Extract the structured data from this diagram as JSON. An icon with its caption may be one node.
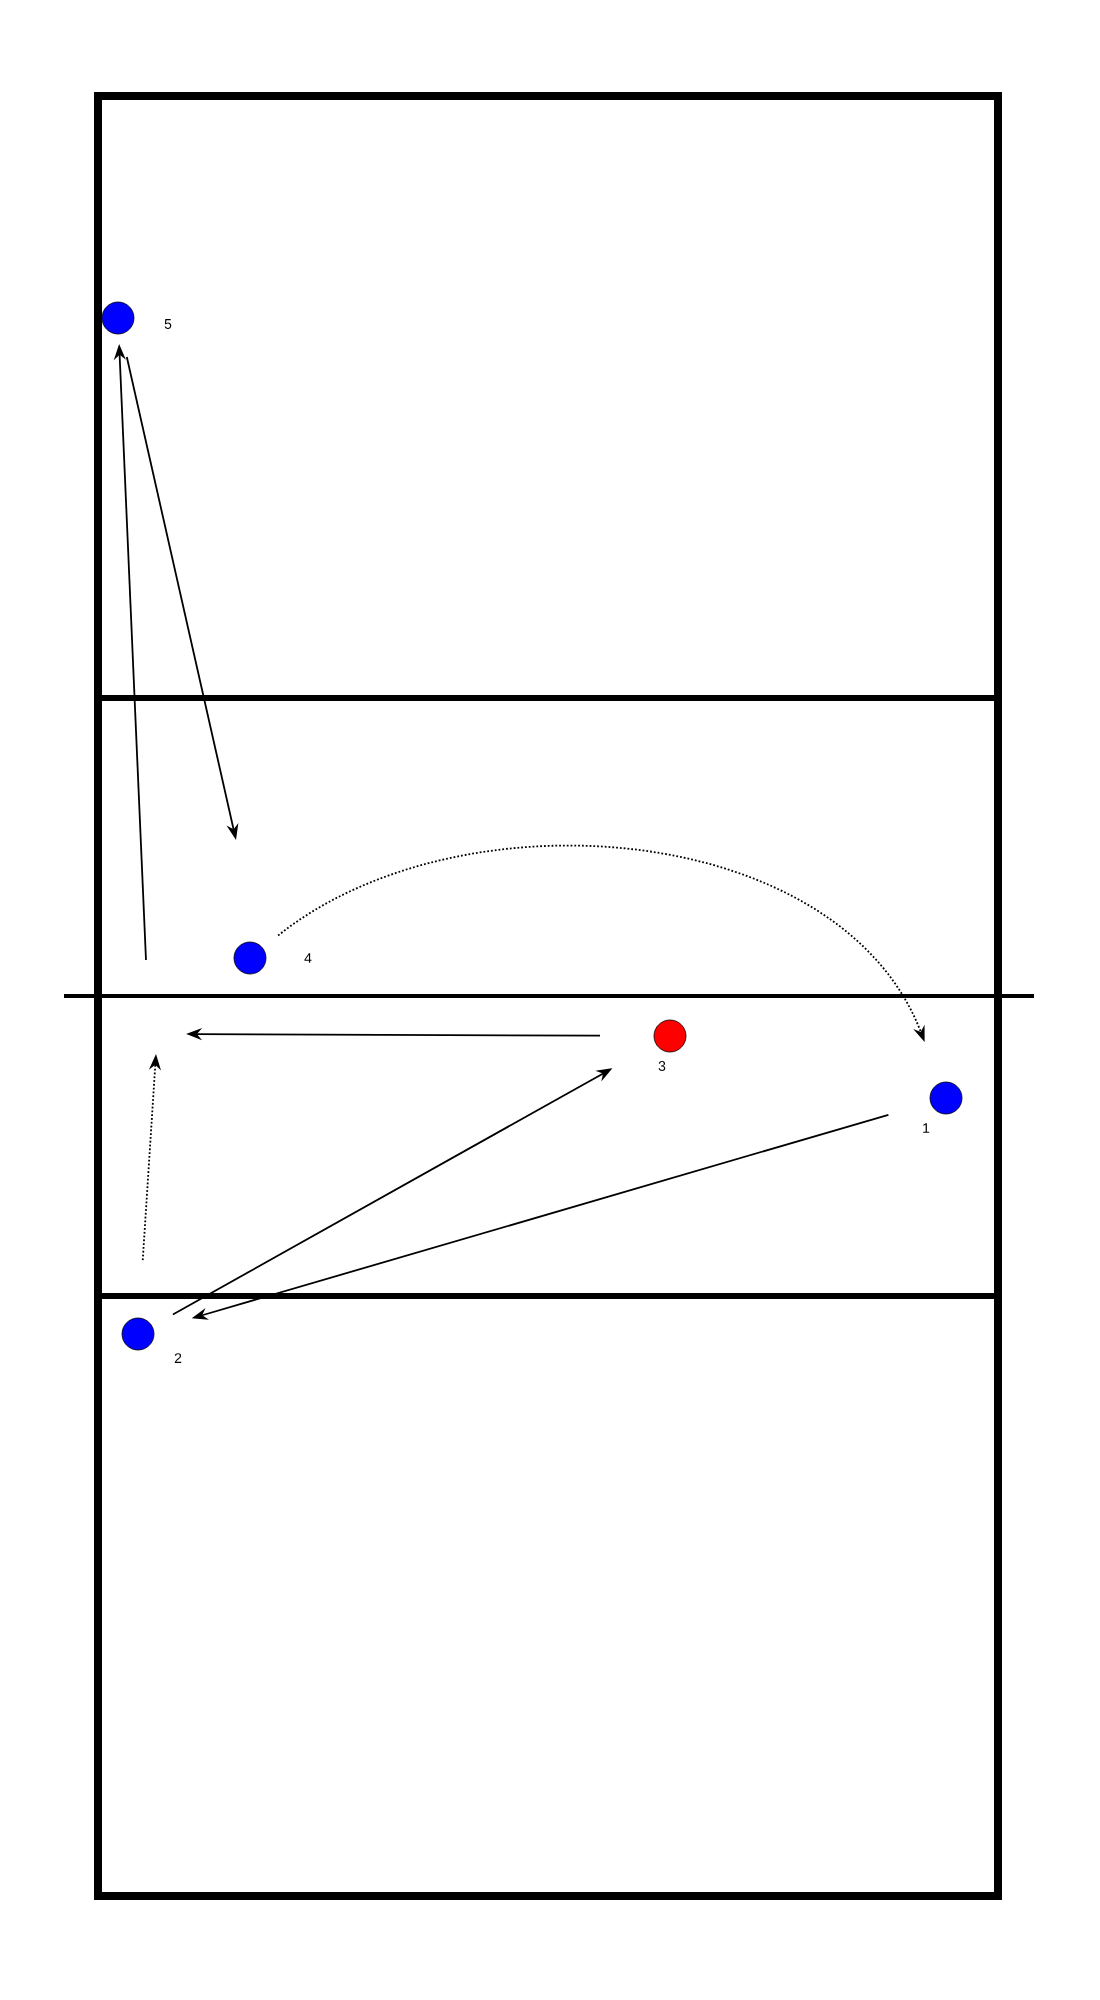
{
  "diagram": {
    "nodes": [
      {
        "text": [],
        "shape": "circle",
        "beside": [
          "5"
        ]
      },
      {
        "text": [],
        "shape": "circle",
        "beside": [
          "4"
        ]
      },
      {
        "text": [],
        "shape": "circle",
        "beside": [
          "3"
        ]
      },
      {
        "text": [],
        "shape": "circle",
        "beside": [
          "1"
        ]
      },
      {
        "text": [],
        "shape": "circle",
        "beside": [
          "2"
        ]
      }
    ],
    "edges": [
      {
        "from": null,
        "to": 0,
        "arrow": "to"
      },
      {
        "from": 0,
        "to": null,
        "arrow": "to"
      },
      {
        "from": 1,
        "to": 3,
        "arrow": "to",
        "style": "dashed"
      },
      {
        "from": 2,
        "to": null,
        "arrow": "to"
      },
      {
        "from": 4,
        "to": null,
        "arrow": "to",
        "style": "dashed"
      },
      {
        "from": 4,
        "to": 2,
        "arrow": "to"
      },
      {
        "from": 3,
        "to": 4,
        "arrow": "to"
      }
    ]
  }
}
